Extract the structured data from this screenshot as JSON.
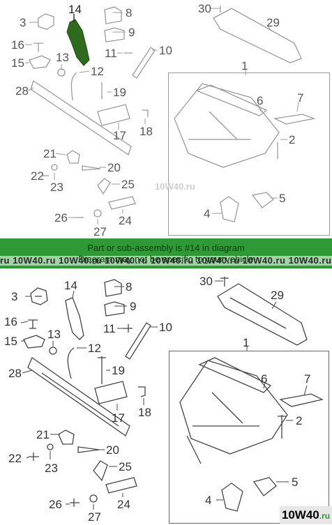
{
  "callouts": [
    "1",
    "2",
    "3",
    "4",
    "5",
    "6",
    "7",
    "8",
    "9",
    "10",
    "11",
    "12",
    "13",
    "14",
    "15",
    "16",
    "17",
    "18",
    "19",
    "20",
    "21",
    "22",
    "23",
    "24",
    "25",
    "26",
    "27",
    "28",
    "29",
    "30"
  ],
  "banner": {
    "line1": "Part or sub-assembly is #14 in diagram",
    "line2": "Diagram may not be specific to your vehicle",
    "watermark": "ru 10W40.ru 10W40.ru 10W40.ru 10W40.ru 10W40.ru 10W40.ru 10W40.ru"
  },
  "watermark_text": "10W40.ru",
  "logo": {
    "main": "10W40",
    "suffix": ".ru"
  },
  "colors": {
    "highlight": "#2e6b1c",
    "banner": "#2f9a35",
    "line": "#555555"
  }
}
